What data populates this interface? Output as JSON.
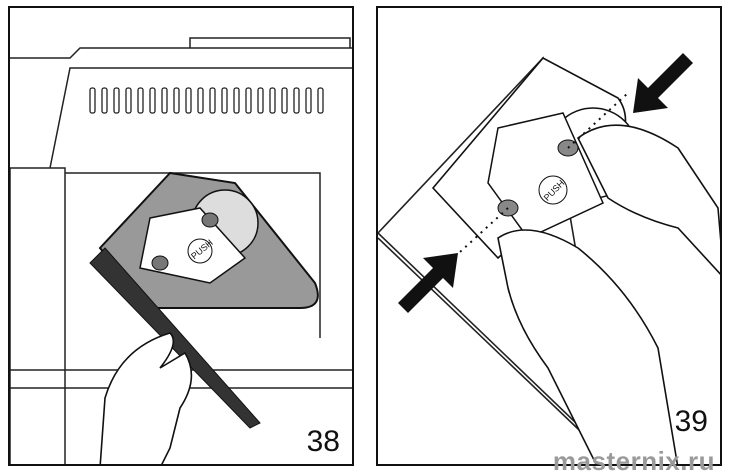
{
  "figures": [
    {
      "number": "38",
      "label": "PUSH"
    },
    {
      "number": "39",
      "label": "PUSH"
    }
  ],
  "watermark": "masternix.ru"
}
